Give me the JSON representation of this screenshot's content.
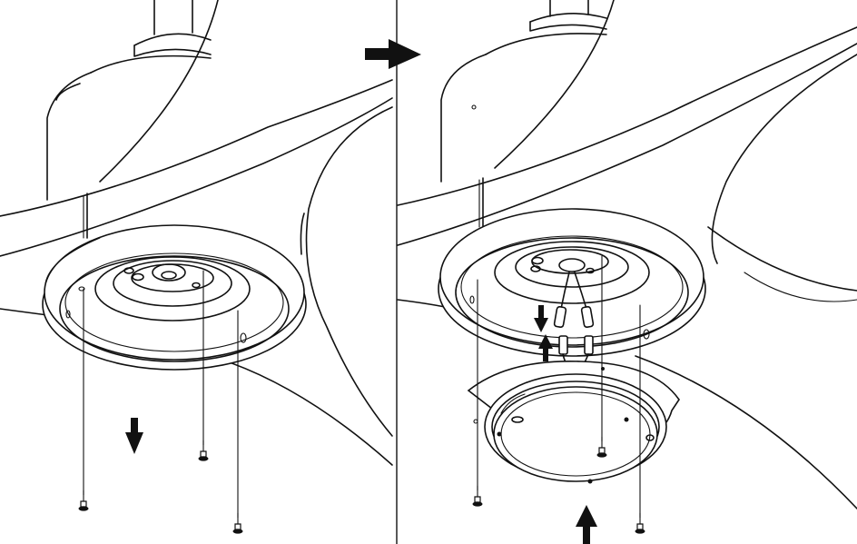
{
  "panels": [
    {
      "id": "step-remove-screws",
      "arrow_direction": "down"
    },
    {
      "id": "step-connect-light-kit",
      "arrow_direction": "up"
    }
  ],
  "transition_arrow": "right",
  "colors": {
    "line": "#111111",
    "background": "#ffffff"
  }
}
